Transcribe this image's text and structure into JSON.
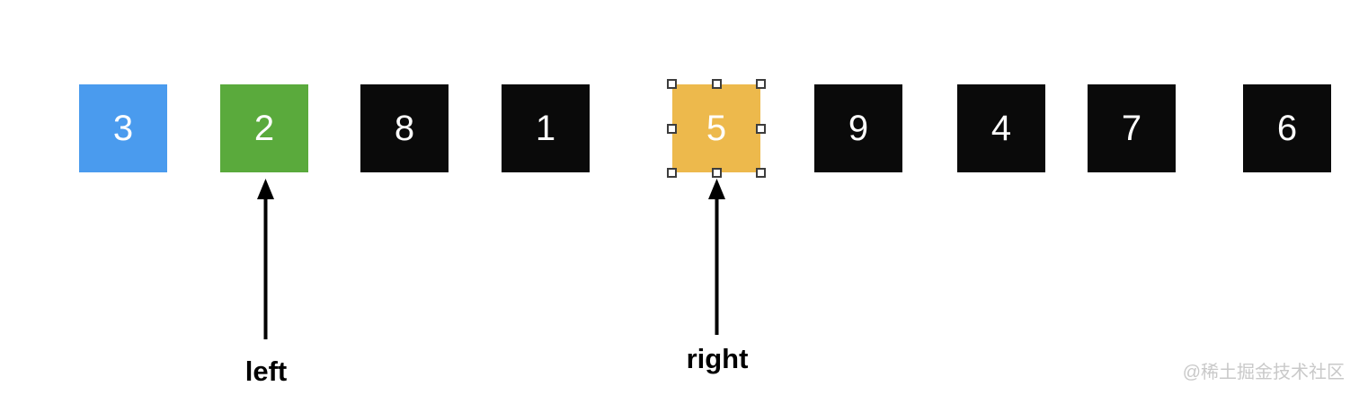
{
  "canvas": {
    "array_items": [
      {
        "value": "3",
        "color": "#4A9BEE"
      },
      {
        "value": "2",
        "color": "#5AAA3C"
      },
      {
        "value": "8",
        "color": "#0A0A0A"
      },
      {
        "value": "1",
        "color": "#0A0A0A"
      },
      {
        "value": "5",
        "color": "#EDB94C"
      },
      {
        "value": "9",
        "color": "#0A0A0A"
      },
      {
        "value": "4",
        "color": "#0A0A0A"
      },
      {
        "value": "7",
        "color": "#0A0A0A"
      },
      {
        "value": "6",
        "color": "#0A0A0A"
      }
    ],
    "pointers": [
      {
        "label": "left",
        "points_to_value": "2"
      },
      {
        "label": "right",
        "points_to_value": "5"
      }
    ],
    "colors": {
      "highlight_blue": "#4A9BEE",
      "highlight_green": "#5AAA3C",
      "highlight_orange": "#EDB94C",
      "square_black": "#0A0A0A",
      "number_text": "#FFFFFF",
      "annotation_text": "#000000",
      "watermark_gray": "#C9C9C9"
    },
    "watermark": "@稀土掘金技术社区"
  }
}
